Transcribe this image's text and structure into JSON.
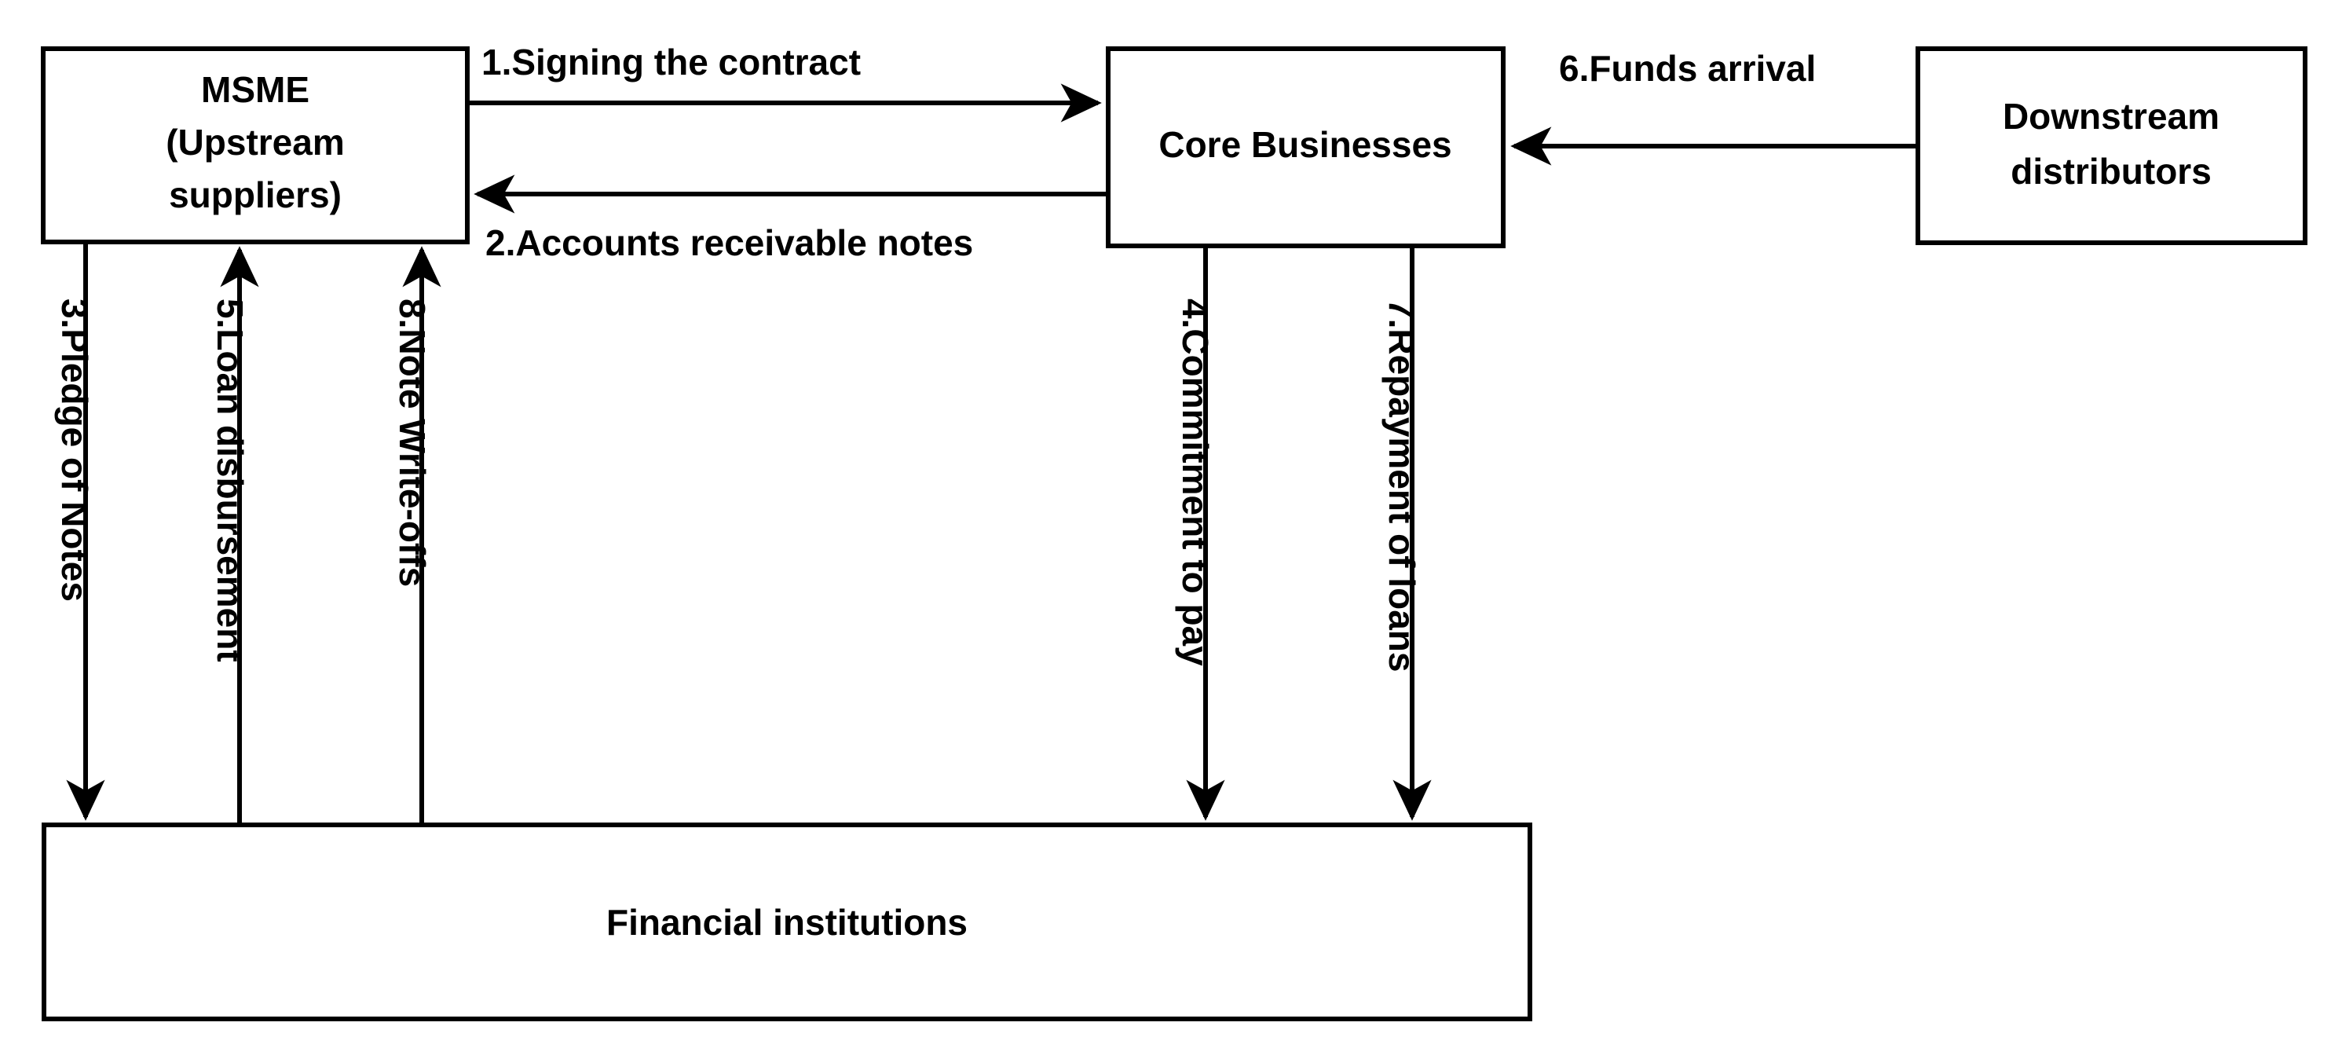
{
  "diagram": {
    "title": "Supply chain finance process flow",
    "background_color": "#ffffff",
    "line_color": "#000000",
    "nodes": [
      {
        "id": "msme",
        "name": "msme-node",
        "lines": [
          "MSME",
          "(Upstream",
          "suppliers)"
        ]
      },
      {
        "id": "core",
        "name": "core-businesses-node",
        "lines": [
          "Core Businesses"
        ]
      },
      {
        "id": "downstream",
        "name": "downstream-distributors-node",
        "lines": [
          "Downstream",
          "distributors"
        ]
      },
      {
        "id": "financial",
        "name": "financial-institutions-node",
        "lines": [
          "Financial institutions"
        ]
      }
    ],
    "edges": [
      {
        "id": "e1",
        "name": "edge-signing-the-contract",
        "label": "1.Signing the contract",
        "from": "msme",
        "to": "core",
        "orientation": "horizontal",
        "direction": "right"
      },
      {
        "id": "e2",
        "name": "edge-accounts-receivable-notes",
        "label": "2.Accounts receivable notes",
        "from": "core",
        "to": "msme",
        "orientation": "horizontal",
        "direction": "left"
      },
      {
        "id": "e3",
        "name": "edge-pledge-of-notes",
        "label": "3.Pledge of Notes",
        "from": "msme",
        "to": "financial",
        "orientation": "vertical",
        "direction": "down"
      },
      {
        "id": "e4",
        "name": "edge-commitment-to-pay",
        "label": "4.Commitment to pay",
        "from": "core",
        "to": "financial",
        "orientation": "vertical",
        "direction": "down"
      },
      {
        "id": "e5",
        "name": "edge-loan-disbursement",
        "label": "5.Loan disbursement",
        "from": "financial",
        "to": "msme",
        "orientation": "vertical",
        "direction": "up"
      },
      {
        "id": "e6",
        "name": "edge-funds-arrival",
        "label": "6.Funds arrival",
        "from": "downstream",
        "to": "core",
        "orientation": "horizontal",
        "direction": "left"
      },
      {
        "id": "e7",
        "name": "edge-repayment-of-loans",
        "label": "7.Repayment of loans",
        "from": "core",
        "to": "financial",
        "orientation": "vertical",
        "direction": "down"
      },
      {
        "id": "e8",
        "name": "edge-note-write-offs",
        "label": "8.Note Write-offs",
        "from": "financial",
        "to": "msme",
        "orientation": "vertical",
        "direction": "up"
      }
    ]
  }
}
